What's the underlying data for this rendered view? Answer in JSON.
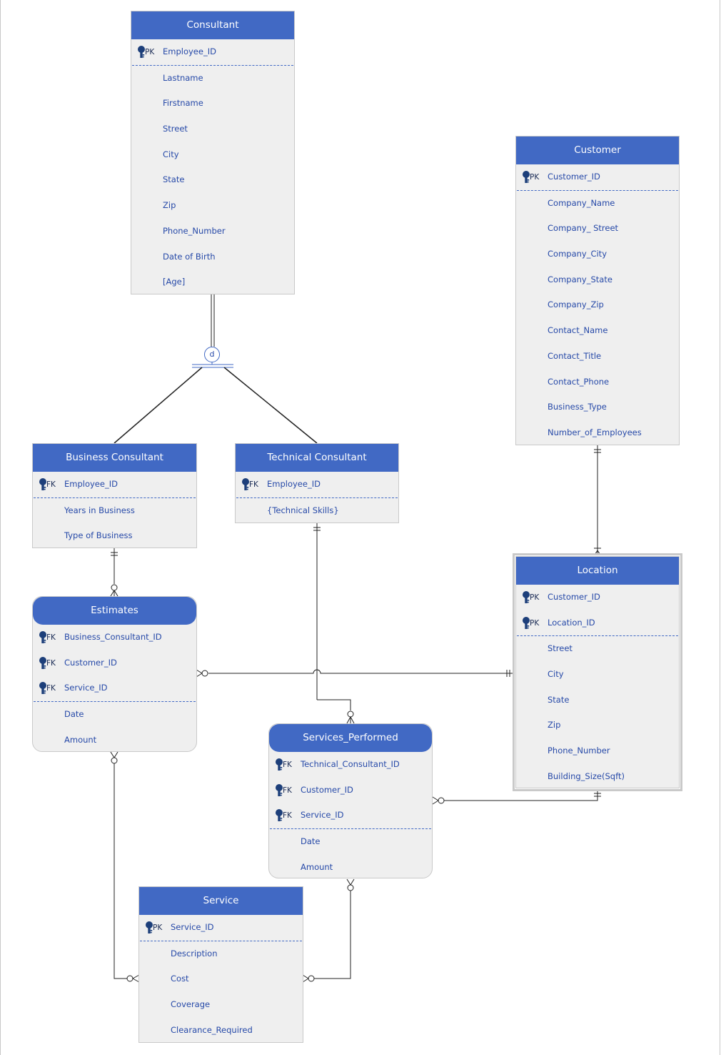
{
  "disjoint_symbol": "d",
  "entities": {
    "consultant": {
      "title": "Consultant",
      "keys": [
        {
          "tag": "PK",
          "name": "Employee_ID"
        }
      ],
      "attributes": [
        "Lastname",
        "Firstname",
        "Street",
        "City",
        "State",
        "Zip",
        "Phone_Number",
        "Date of Birth",
        "[Age]"
      ]
    },
    "customer": {
      "title": "Customer",
      "keys": [
        {
          "tag": "PK",
          "name": "Customer_ID"
        }
      ],
      "attributes": [
        "Company_Name",
        "Company_ Street",
        "Company_City",
        "Company_State",
        "Company_Zip",
        "Contact_Name",
        "Contact_Title",
        "Contact_Phone",
        "Business_Type",
        "Number_of_Employees"
      ]
    },
    "business_consultant": {
      "title": "Business Consultant",
      "keys": [
        {
          "tag": "FK",
          "name": "Employee_ID"
        }
      ],
      "attributes": [
        "Years in Business",
        "Type of Business"
      ]
    },
    "technical_consultant": {
      "title": "Technical Consultant",
      "keys": [
        {
          "tag": "FK",
          "name": "Employee_ID"
        }
      ],
      "attributes": [
        "{Technical Skills}"
      ]
    },
    "location": {
      "title": "Location",
      "keys": [
        {
          "tag": "PK",
          "name": "Customer_ID"
        },
        {
          "tag": "PK",
          "name": "Location_ID"
        }
      ],
      "attributes": [
        "Street",
        "City",
        "State",
        "Zip",
        "Phone_Number",
        "Building_Size(Sqft)"
      ]
    },
    "estimates": {
      "title": "Estimates",
      "keys": [
        {
          "tag": "FK",
          "name": "Business_Consultant_ID"
        },
        {
          "tag": "FK",
          "name": "Customer_ID"
        },
        {
          "tag": "FK",
          "name": "Service_ID"
        }
      ],
      "attributes": [
        "Date",
        "Amount"
      ]
    },
    "services_performed": {
      "title": "Services_Performed",
      "keys": [
        {
          "tag": "FK",
          "name": "Technical_Consultant_ID"
        },
        {
          "tag": "FK",
          "name": "Customer_ID"
        },
        {
          "tag": "FK",
          "name": "Service_ID"
        }
      ],
      "attributes": [
        "Date",
        "Amount"
      ]
    },
    "service": {
      "title": "Service",
      "keys": [
        {
          "tag": "PK",
          "name": "Service_ID"
        }
      ],
      "attributes": [
        "Description",
        "Cost",
        "Coverage",
        "Clearance_Required"
      ]
    }
  },
  "colors": {
    "header": "#4169c4",
    "body": "#efefef",
    "text": "#2649a8",
    "line": "#222222"
  },
  "icons": {
    "key": "key-icon"
  }
}
